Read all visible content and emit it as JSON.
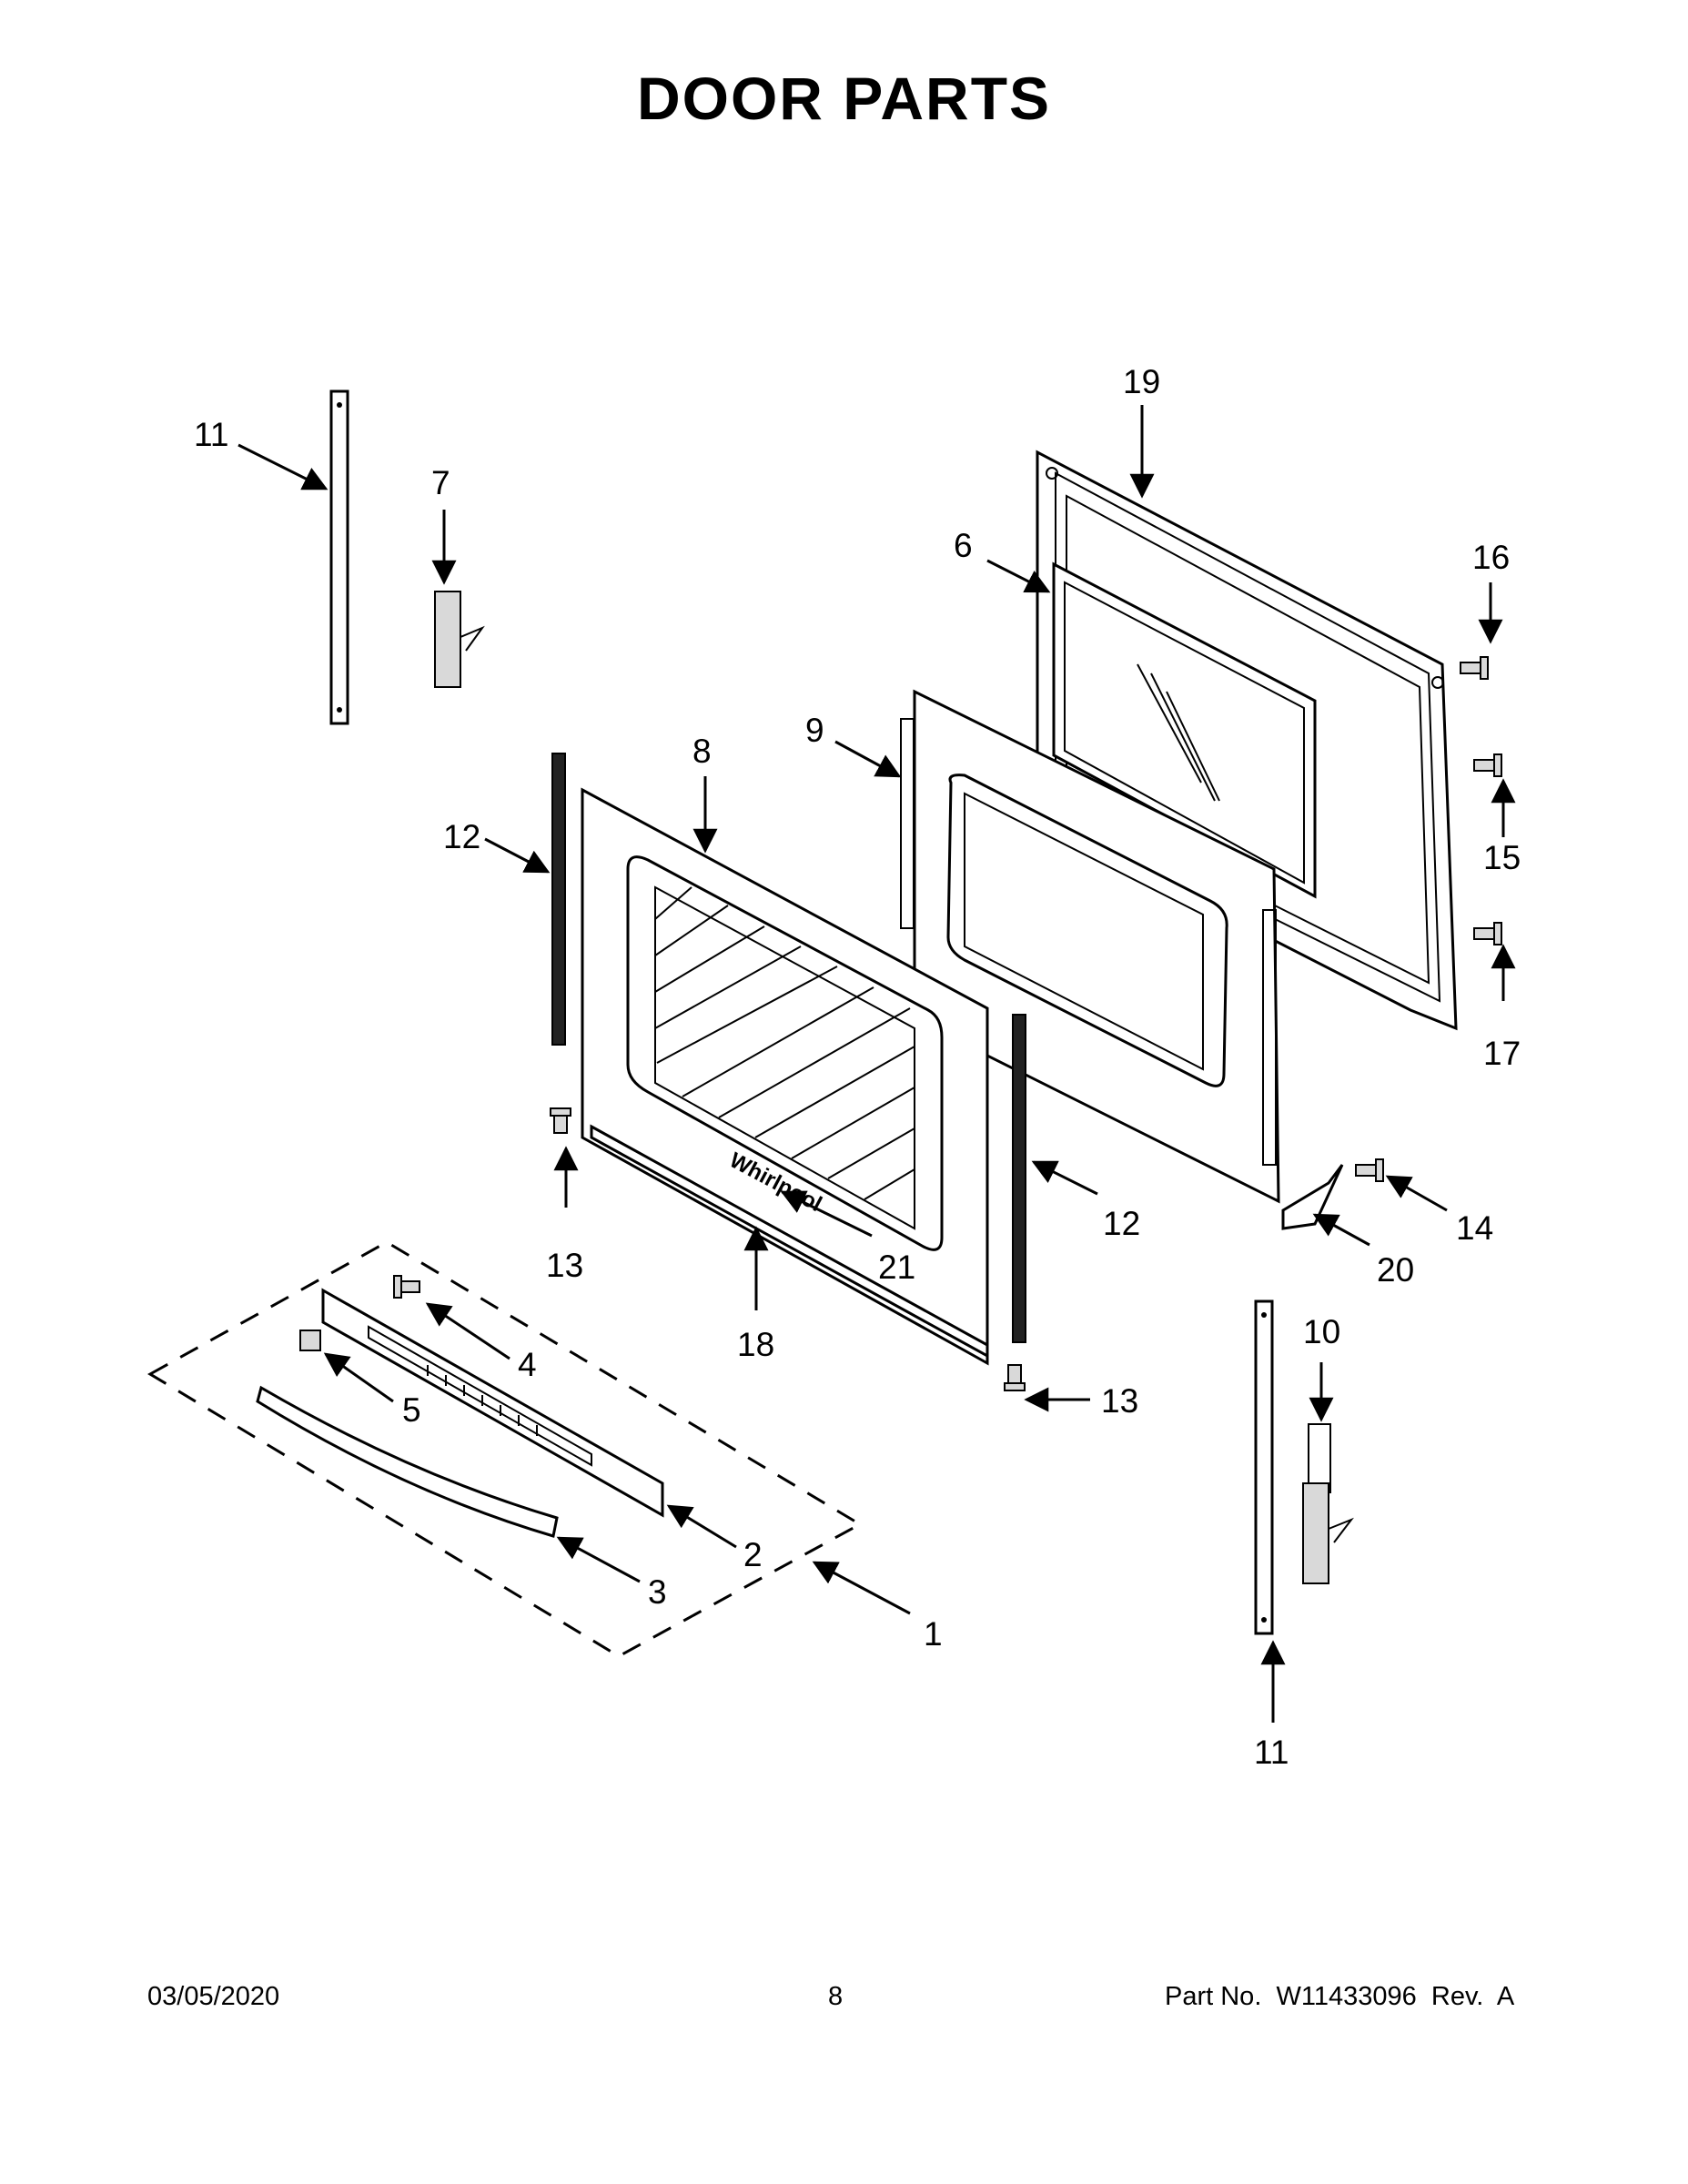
{
  "title": "DOOR PARTS",
  "footer": {
    "date": "03/05/2020",
    "page_number": "8",
    "part_label": "Part No.",
    "part_number": "W11433096",
    "rev_label": "Rev.",
    "rev_value": "A"
  },
  "brand_logo_text": "Whirlpool",
  "callouts": {
    "c1": "1",
    "c2": "2",
    "c3": "3",
    "c4": "4",
    "c5": "5",
    "c6": "6",
    "c7": "7",
    "c8": "8",
    "c9": "9",
    "c10": "10",
    "c11a": "11",
    "c11b": "11",
    "c12a": "12",
    "c12b": "12",
    "c13a": "13",
    "c13b": "13",
    "c14": "14",
    "c15": "15",
    "c16": "16",
    "c17": "17",
    "c18": "18",
    "c19": "19",
    "c20": "20",
    "c21": "21"
  }
}
